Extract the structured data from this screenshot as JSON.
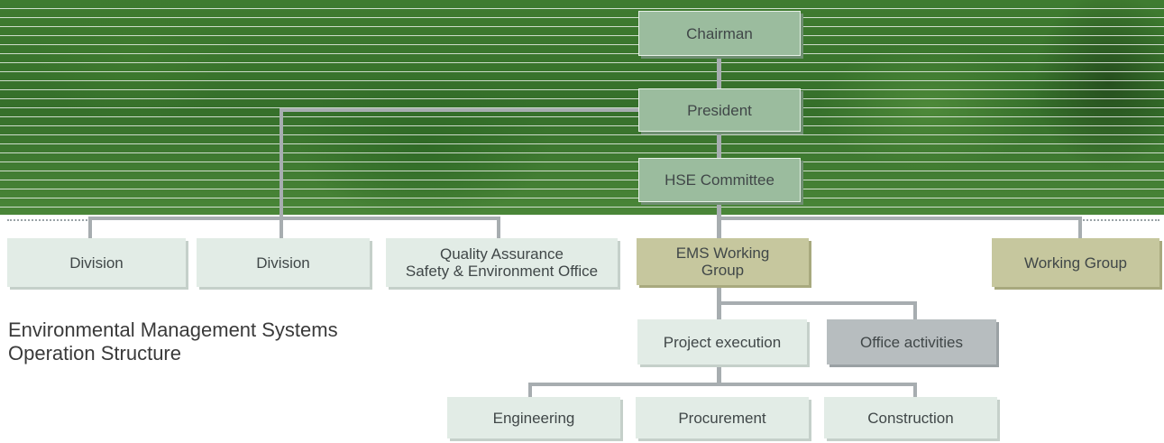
{
  "boxes": {
    "chairman": "Chairman",
    "president": "President",
    "hse_committee": "HSE Committee",
    "division_1": "Division",
    "division_2": "Division",
    "qa_office": "Quality Assurance\nSafety & Environment Office",
    "ems_working_group": "EMS Working\nGroup",
    "working_group": "Working Group",
    "project_execution": "Project execution",
    "office_activities": "Office activities",
    "engineering": "Engineering",
    "procurement": "Procurement",
    "construction": "Construction"
  },
  "caption": {
    "line1": "Environmental Management Systems",
    "line2": "Operation Structure"
  },
  "colors": {
    "forest_green": "#3f7c30",
    "top_box_green": "#9bbc9e",
    "light_box": "#e2ece6",
    "olive_box": "#c6c79e",
    "grey_box": "#b7bdbf",
    "connector": "#a7adb0"
  }
}
